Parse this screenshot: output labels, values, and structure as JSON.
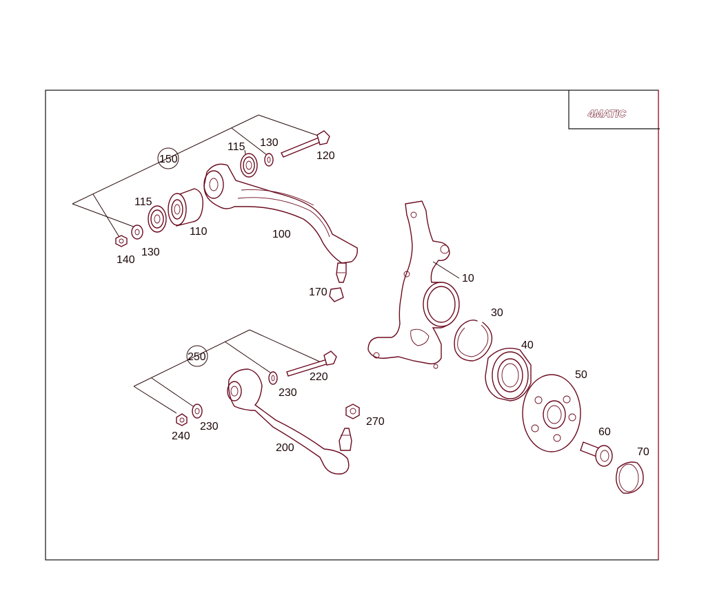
{
  "badge": {
    "text": "4MATIC"
  },
  "colors": {
    "line": "#6a0a1e",
    "frame": "#111111",
    "frame_accent": "#b0102a"
  },
  "callouts": {
    "c10": "10",
    "c30": "30",
    "c40": "40",
    "c50": "50",
    "c60": "60",
    "c70": "70",
    "c100": "100",
    "c110": "110",
    "c115a": "115",
    "c115b": "115",
    "c120": "120",
    "c130a": "130",
    "c130b": "130",
    "c140": "140",
    "c150": "150",
    "c170": "170",
    "c200": "200",
    "c220": "220",
    "c230a": "230",
    "c230b": "230",
    "c240": "240",
    "c250": "250",
    "c270": "270"
  }
}
